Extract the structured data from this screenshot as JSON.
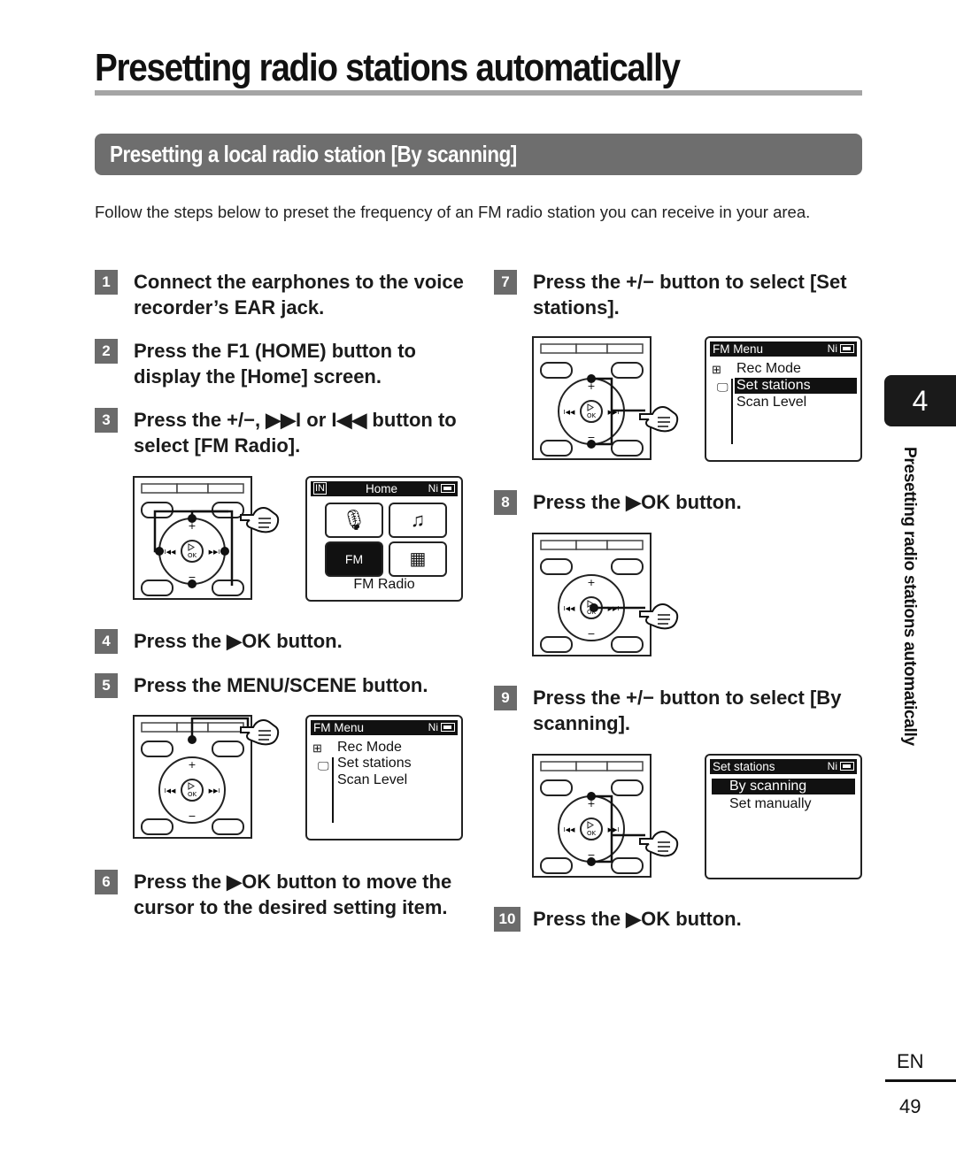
{
  "page": {
    "title": "Presetting radio stations automatically",
    "section_heading": "Presetting a local radio station [By scanning]",
    "intro": "Follow the steps below to preset the frequency of an FM radio station you can receive in your area."
  },
  "steps": [
    {
      "num": "1",
      "text": "Connect the earphones to the voice recorder’s EAR jack."
    },
    {
      "num": "2",
      "text": "Press the F1 (HOME) button to display the [Home] screen."
    },
    {
      "num": "3",
      "text": "Press the +/−, ▶▶I or I◀◀ button to select [FM Radio]."
    },
    {
      "num": "4",
      "text": "Press the ▶OK button."
    },
    {
      "num": "5",
      "text": "Press the MENU/SCENE button."
    },
    {
      "num": "6",
      "text": "Press the ▶OK button to move the cursor to the desired setting item."
    },
    {
      "num": "7",
      "text": "Press the +/− button to select [Set stations]."
    },
    {
      "num": "8",
      "text": "Press the ▶OK button."
    },
    {
      "num": "9",
      "text": "Press the +/− button to select [By scanning]."
    },
    {
      "num": "10",
      "text": "Press the ▶OK button."
    }
  ],
  "screens": {
    "home": {
      "header": "Home",
      "ni": "Ni",
      "caption": "FM Radio",
      "in_icon": "IN",
      "fm_label": "FM"
    },
    "fm_menu_1": {
      "header": "FM Menu",
      "ni": "Ni",
      "items": [
        "Rec Mode",
        "Set stations",
        "Scan Level"
      ]
    },
    "fm_menu_2": {
      "header": "FM Menu",
      "ni": "Ni",
      "items": [
        "Rec Mode",
        "Set stations",
        "Scan Level"
      ]
    },
    "set_stations": {
      "header": "Set stations",
      "ni": "Ni",
      "items": [
        "By scanning",
        "Set manually"
      ]
    }
  },
  "device": {
    "plus": "+",
    "minus": "−",
    "ok": "OK"
  },
  "side_tab": {
    "chapter": "4",
    "label": "Presetting radio stations automatically"
  },
  "footer": {
    "lang": "EN",
    "page_number": "49"
  }
}
